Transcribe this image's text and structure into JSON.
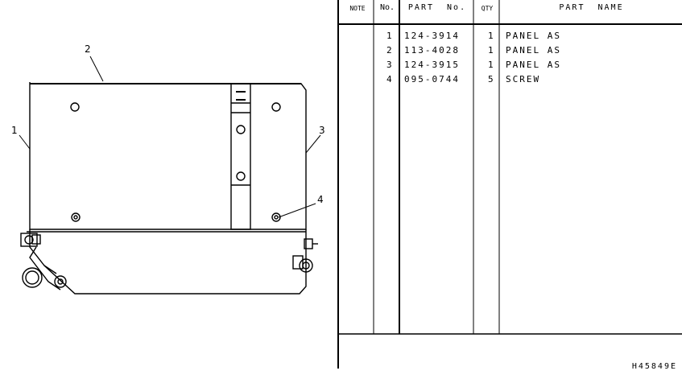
{
  "table": {
    "headers": {
      "note": "NOTE",
      "no": "No.",
      "part_no": "PART  No.",
      "qty": "QTY",
      "part_name": "PART  NAME"
    },
    "rows": [
      {
        "no": "1",
        "part_no": "124-3914",
        "qty": "1",
        "part_name": "PANEL AS"
      },
      {
        "no": "2",
        "part_no": "113-4028",
        "qty": "1",
        "part_name": "PANEL AS"
      },
      {
        "no": "3",
        "part_no": "124-3915",
        "qty": "1",
        "part_name": "PANEL AS"
      },
      {
        "no": "4",
        "part_no": "095-0744",
        "qty": "5",
        "part_name": "SCREW"
      }
    ]
  },
  "callouts": {
    "c1": "1",
    "c2": "2",
    "c3": "3",
    "c4": "4"
  },
  "drawing_code": "H45849E"
}
